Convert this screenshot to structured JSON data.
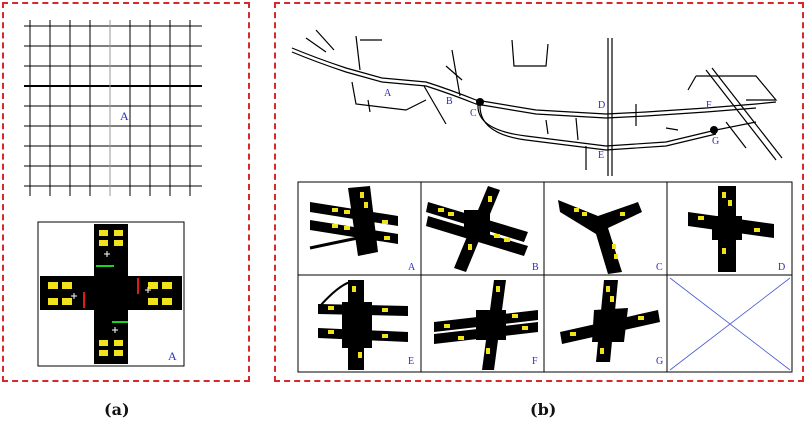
{
  "panel_a": {
    "grid_node_label": "A",
    "intersection_label": "A",
    "caption": "(a)"
  },
  "panel_b": {
    "map_labels": [
      "A",
      "B",
      "C",
      "D",
      "E",
      "F",
      "G"
    ],
    "tiles": [
      {
        "label": "A"
      },
      {
        "label": "B"
      },
      {
        "label": "C"
      },
      {
        "label": "D"
      },
      {
        "label": "E"
      },
      {
        "label": "F"
      },
      {
        "label": "G"
      },
      {
        "label": ""
      }
    ],
    "caption": "(b)"
  },
  "colors": {
    "border_dashed": "#d42a2a",
    "label_blue": "#2a2ac8",
    "road": "#000000",
    "vehicle": "#f2e21b",
    "signal_green": "#1fd21f",
    "signal_red": "#e01919"
  }
}
